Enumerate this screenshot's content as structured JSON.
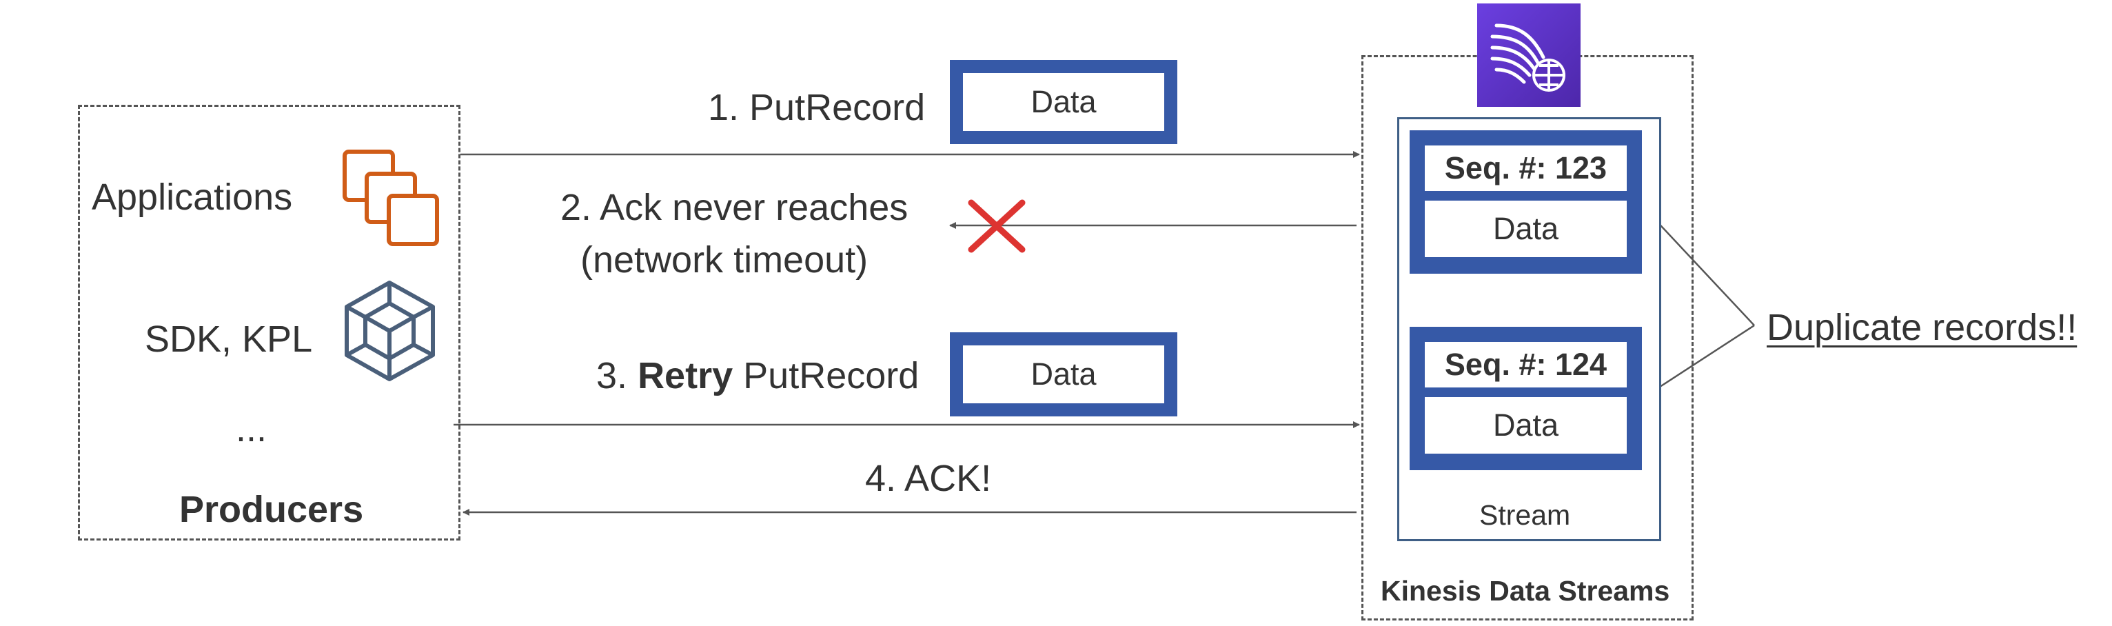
{
  "producers": {
    "items": [
      "Applications",
      "SDK, KPL",
      "..."
    ],
    "title": "Producers"
  },
  "steps": {
    "step1": "1. PutRecord",
    "step2_line1": "2. Ack never reaches",
    "step2_line2": "(network timeout)",
    "step3_number": "3.",
    "step3_bold": "Retry",
    "step3_rest": "PutRecord",
    "step4": "4. ACK!"
  },
  "packets": [
    "Data",
    "Data"
  ],
  "stream": {
    "records": [
      {
        "seq": "Seq. #: 123",
        "data": "Data"
      },
      {
        "seq": "Seq. #: 124",
        "data": "Data"
      }
    ],
    "label": "Stream"
  },
  "kinesis_label": "Kinesis Data Streams",
  "duplicate_label": "Duplicate records!!",
  "icons": {
    "applications": "applications-stack-icon",
    "sdk": "cube-icon",
    "kinesis": "kinesis-data-streams-icon",
    "error": "red-x-icon"
  },
  "colors": {
    "record_blue": "#3659a7",
    "applications_orange": "#d05c17",
    "sdk_slate": "#4a5f7a",
    "kinesis_purple": "#5a31c9",
    "error_red": "#dd3431"
  }
}
